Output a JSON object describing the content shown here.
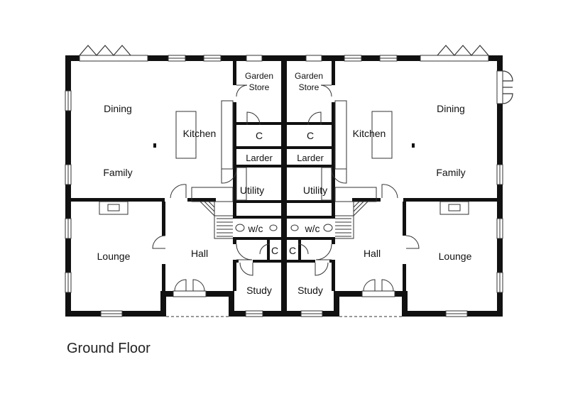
{
  "rooms": {
    "left": {
      "dining": "Dining",
      "family": "Family",
      "kitchen": "Kitchen",
      "garden_store_1": "Garden",
      "garden_store_2": "Store",
      "cupboard": "C",
      "larder": "Larder",
      "utility": "Utility",
      "wc": "w/c",
      "hall_cupboard": "C",
      "lounge": "Lounge",
      "hall": "Hall",
      "study": "Study"
    },
    "right": {
      "dining": "Dining",
      "family": "Family",
      "kitchen": "Kitchen",
      "garden_store_1": "Garden",
      "garden_store_2": "Store",
      "cupboard": "C",
      "larder": "Larder",
      "utility": "Utility",
      "wc": "w/c",
      "hall_cupboard": "C",
      "lounge": "Lounge",
      "hall": "Hall",
      "study": "Study"
    }
  },
  "caption": "Ground Floor",
  "colors": {
    "wall": "#111111",
    "line": "#333333",
    "background": "#ffffff"
  }
}
